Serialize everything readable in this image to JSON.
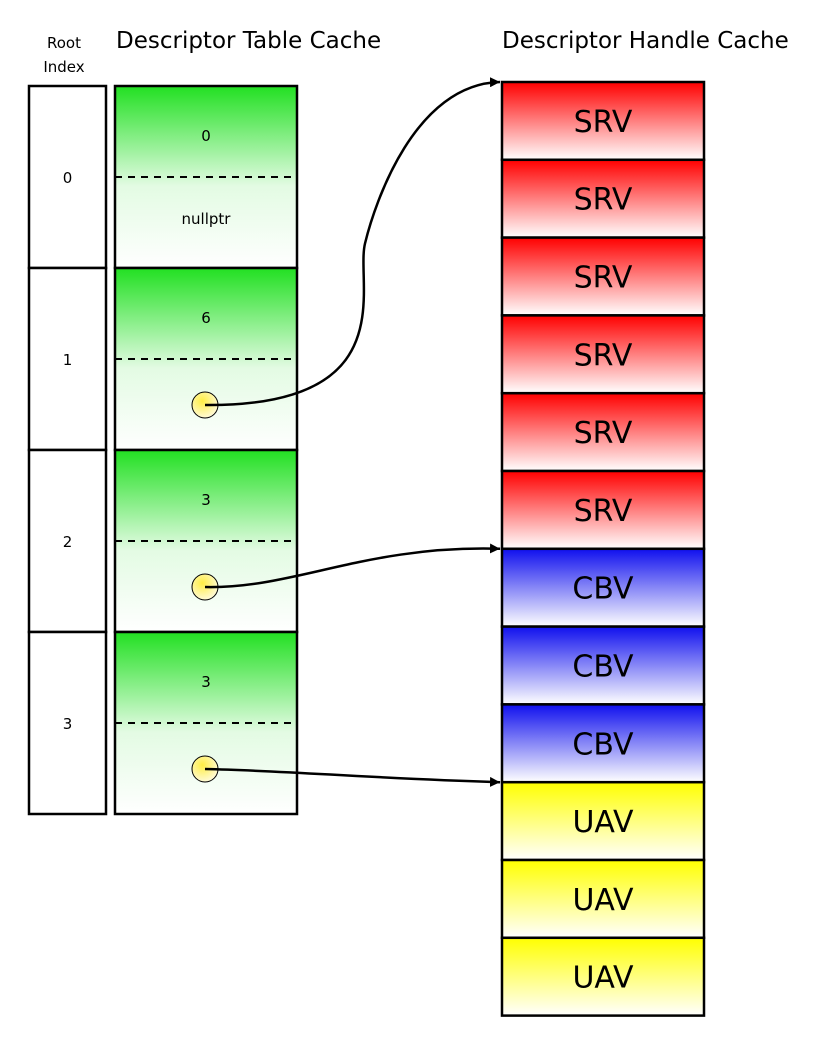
{
  "headers": {
    "root_index_line1": "Root",
    "root_index_line2": "Index",
    "table_cache": "Descriptor Table Cache",
    "handle_cache": "Descriptor Handle Cache"
  },
  "root_indices": [
    "0",
    "1",
    "2",
    "3"
  ],
  "table_entries": [
    {
      "count": "0",
      "pointer": "nullptr"
    },
    {
      "count": "6",
      "pointer": ""
    },
    {
      "count": "3",
      "pointer": ""
    },
    {
      "count": "3",
      "pointer": ""
    }
  ],
  "handles": [
    "SRV",
    "SRV",
    "SRV",
    "SRV",
    "SRV",
    "SRV",
    "CBV",
    "CBV",
    "CBV",
    "UAV",
    "UAV",
    "UAV"
  ],
  "colors": {
    "table_green": "#22e022",
    "SRV": "#ff0000",
    "CBV": "#1010ee",
    "UAV": "#ffff00",
    "pointer_dot": "#ffee44"
  }
}
